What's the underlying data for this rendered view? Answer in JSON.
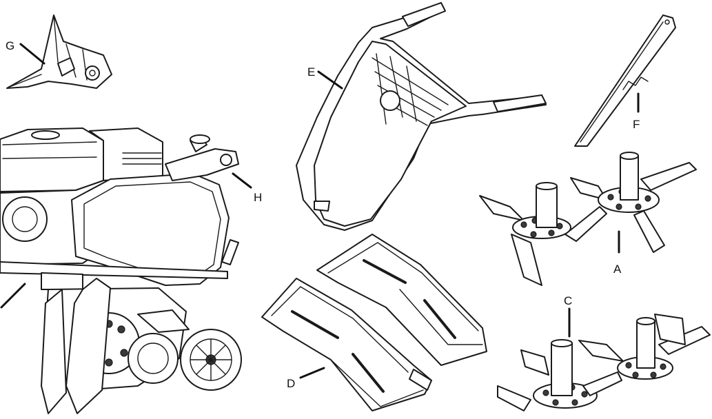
{
  "callouts": {
    "A": "A",
    "C": "C",
    "D": "D",
    "E": "E",
    "F": "F",
    "G": "G",
    "H": "H"
  },
  "colors": {
    "line": "#1a1a1a",
    "background": "#ffffff"
  }
}
